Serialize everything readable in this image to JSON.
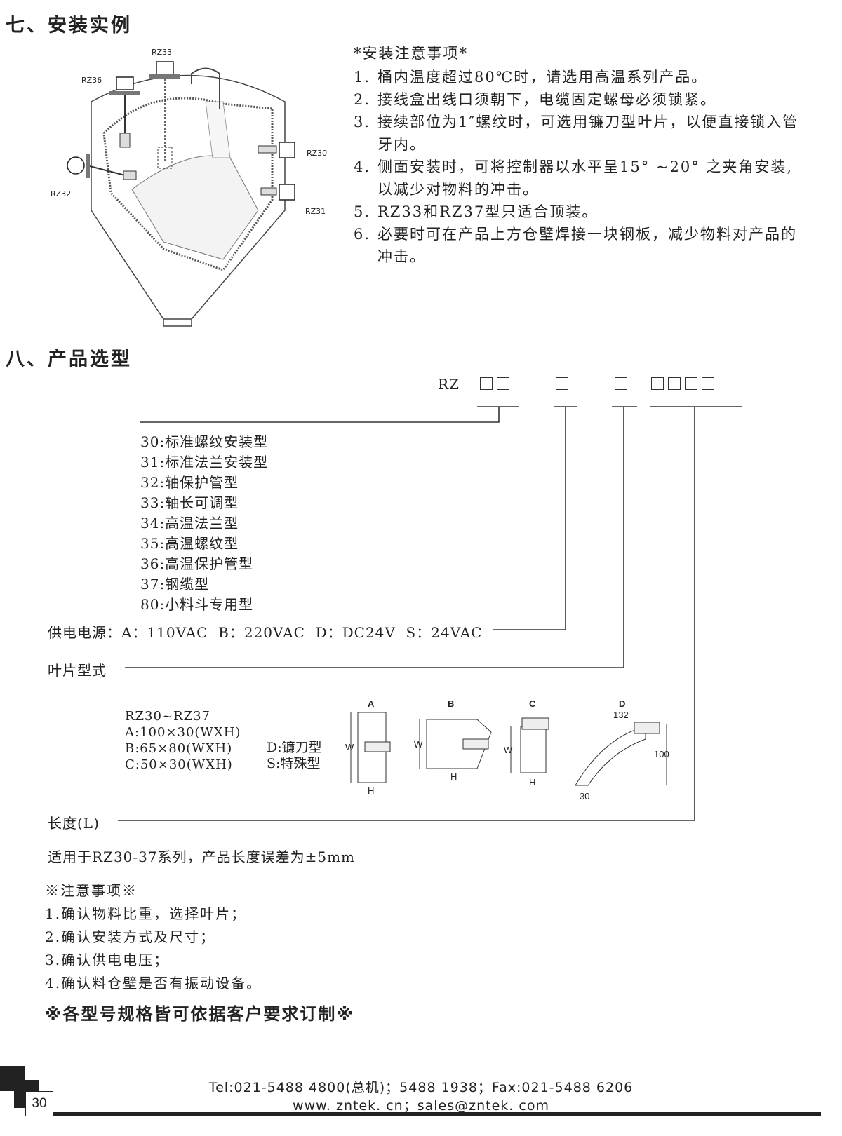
{
  "section7": {
    "title": "七、安装实例",
    "diagram_labels": [
      "RZ33",
      "RZ36",
      "RZ30",
      "RZ32",
      "RZ31"
    ],
    "notes_title": "*安装注意事项*",
    "notes": [
      {
        "num": "1.",
        "text": "桶内温度超过80℃时，请选用高温系列产品。"
      },
      {
        "num": "2.",
        "text": "接线盒出线口须朝下，电缆固定螺母必须锁紧。"
      },
      {
        "num": "3.",
        "text": "接续部位为1″螺纹时，可选用镰刀型叶片，以便直接锁入管牙内。"
      },
      {
        "num": "4.",
        "text": "侧面安装时，可将控制器以水平呈15° ~20° 之夹角安装,以减少对物料的冲击。"
      },
      {
        "num": "5.",
        "text": "RZ33和RZ37型只适合顶装。"
      },
      {
        "num": "6.",
        "text": "必要时可在产品上方仓壁焊接一块钢板，减少物料对产品的冲击。"
      }
    ]
  },
  "section8": {
    "title": "八、产品选型",
    "code_prefix": "RZ",
    "models": [
      "30:标准螺纹安装型",
      "31:标准法兰安装型",
      "32:轴保护管型",
      "33:轴长可调型",
      "34:高温法兰型",
      "35:高温螺纹型",
      "36:高温保护管型",
      "37:钢缆型",
      "80:小料斗专用型"
    ],
    "power_label": "供电电源：A：110VAC  B：220VAC  D：DC24V  S：24VAC",
    "blade_label": "叶片型式",
    "blade_range": "RZ30~RZ37",
    "blade_specs": [
      "A:100×30(WXH)",
      "B:65×80(WXH)",
      "C:50×30(WXH)"
    ],
    "blade_extra": [
      "D:镰刀型",
      "S:特殊型"
    ],
    "blade_types": [
      "A",
      "B",
      "C",
      "D"
    ],
    "dim_labels": {
      "w": "W",
      "h": "H",
      "d_top": "132",
      "d_right": "100",
      "d_bottom": "30"
    },
    "length_label": "长度(L)",
    "length_note": "适用于RZ30-37系列，产品长度误差为±5mm",
    "attention_title": "※注意事项※",
    "attention": [
      "1.确认物料比重，选择叶片；",
      "2.确认安装方式及尺寸；",
      "3.确认供电电压；",
      "4.确认料仓壁是否有振动设备。"
    ],
    "custom_note": "※各型号规格皆可依据客户要求订制※"
  },
  "footer": {
    "tel": "Tel:021-5488 4800(总机)；5488 1938；Fax:021-5488 6206",
    "web": "www. zntek. cn；sales@zntek. com",
    "page_number": "30"
  }
}
